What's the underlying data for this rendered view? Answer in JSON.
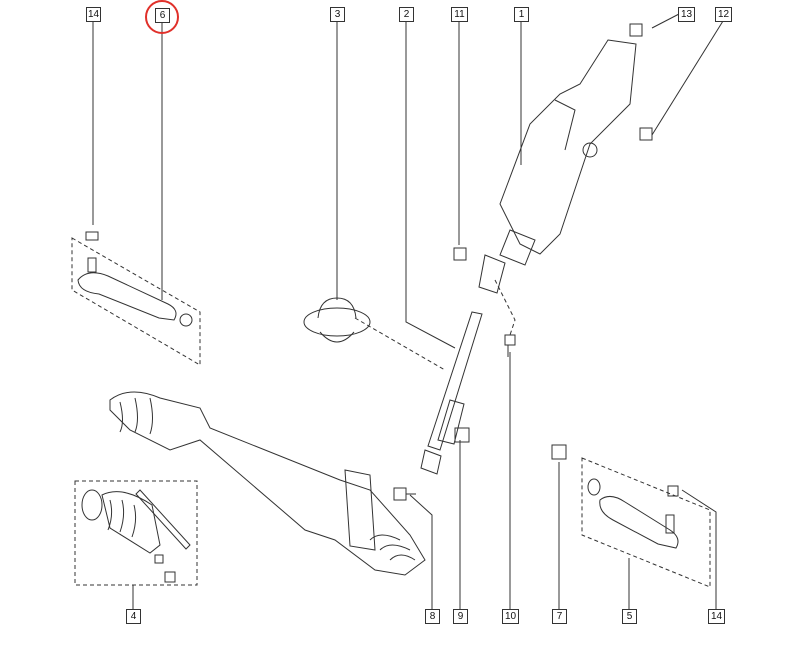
{
  "diagram": {
    "highlight_color": "#e0302a",
    "line_color": "#333333",
    "callouts": [
      {
        "id": "top-14",
        "text": "14",
        "highlighted": false
      },
      {
        "id": "top-6",
        "text": "6",
        "highlighted": true
      },
      {
        "id": "top-3",
        "text": "3",
        "highlighted": false
      },
      {
        "id": "top-2",
        "text": "2",
        "highlighted": false
      },
      {
        "id": "top-11",
        "text": "11",
        "highlighted": false
      },
      {
        "id": "top-1",
        "text": "1",
        "highlighted": false
      },
      {
        "id": "top-13",
        "text": "13",
        "highlighted": false
      },
      {
        "id": "top-12",
        "text": "12",
        "highlighted": false
      },
      {
        "id": "bot-4",
        "text": "4",
        "highlighted": false
      },
      {
        "id": "bot-8",
        "text": "8",
        "highlighted": false
      },
      {
        "id": "bot-9",
        "text": "9",
        "highlighted": false
      },
      {
        "id": "bot-10",
        "text": "10",
        "highlighted": false
      },
      {
        "id": "bot-7",
        "text": "7",
        "highlighted": false
      },
      {
        "id": "bot-5",
        "text": "5",
        "highlighted": false
      },
      {
        "id": "bot-14",
        "text": "14",
        "highlighted": false
      }
    ]
  }
}
